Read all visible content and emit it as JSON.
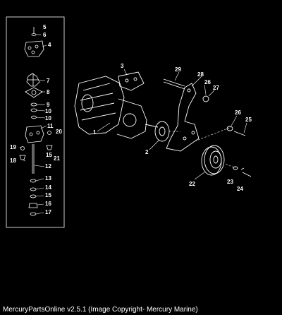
{
  "parts": [
    {
      "id": "1",
      "label": "1"
    },
    {
      "id": "2",
      "label": "2"
    },
    {
      "id": "3",
      "label": "3"
    },
    {
      "id": "4",
      "label": "4"
    },
    {
      "id": "5",
      "label": "5"
    },
    {
      "id": "6",
      "label": "6"
    },
    {
      "id": "7",
      "label": "7"
    },
    {
      "id": "8",
      "label": "8"
    },
    {
      "id": "9",
      "label": "9"
    },
    {
      "id": "10a",
      "label": "10"
    },
    {
      "id": "10b",
      "label": "10"
    },
    {
      "id": "11",
      "label": "11"
    },
    {
      "id": "12",
      "label": "12"
    },
    {
      "id": "13",
      "label": "13"
    },
    {
      "id": "14",
      "label": "14"
    },
    {
      "id": "15a",
      "label": "15"
    },
    {
      "id": "15b",
      "label": "15"
    },
    {
      "id": "16",
      "label": "16"
    },
    {
      "id": "17",
      "label": "17"
    },
    {
      "id": "18",
      "label": "18"
    },
    {
      "id": "19",
      "label": "19"
    },
    {
      "id": "20",
      "label": "20"
    },
    {
      "id": "21",
      "label": "21"
    },
    {
      "id": "22",
      "label": "22"
    },
    {
      "id": "23",
      "label": "23"
    },
    {
      "id": "24",
      "label": "24"
    },
    {
      "id": "25",
      "label": "25"
    },
    {
      "id": "26a",
      "label": "26"
    },
    {
      "id": "26b",
      "label": "26"
    },
    {
      "id": "27",
      "label": "27"
    },
    {
      "id": "28",
      "label": "28"
    },
    {
      "id": "29",
      "label": "29"
    }
  ],
  "caption": "MercuryPartsOnline v2.5.1 (Image Copyright- Mercury Marine)"
}
